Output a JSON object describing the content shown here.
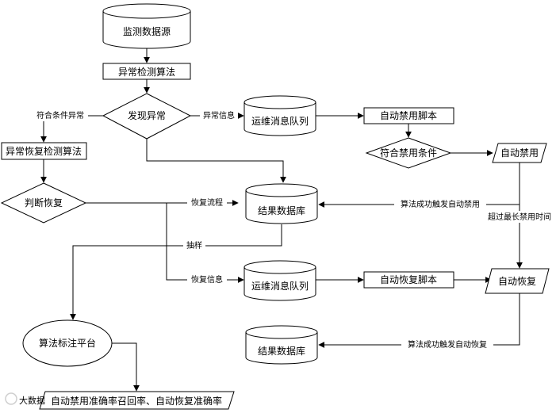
{
  "nodes": {
    "source_db": "监测数据源",
    "anomaly_algo": "异常检测算法",
    "found_anomaly": "发现异常",
    "recovery_algo": "异常恢复检测算法",
    "judge_recovery": "判断恢复",
    "ops_queue_1": "运维消息队列",
    "result_db_1": "结果数据库",
    "ops_queue_2": "运维消息队列",
    "result_db_2": "结果数据库",
    "auto_disable_script": "自动禁用脚本",
    "meet_disable_cond": "符合禁用条件",
    "auto_disable": "自动禁用",
    "auto_recover_script": "自动恢复脚本",
    "auto_recover": "自动恢复",
    "annotation_platform": "算法标注平台",
    "output_metrics": "自动禁用准确率召回率、自动恢复准确率"
  },
  "edges": {
    "meets_condition": "符合条件异常",
    "anomaly_info": "异常信息",
    "recovery_flow": "恢复流程",
    "sampling": "抽样",
    "recovery_info": "恢复信息",
    "disable_success": "算法成功触发自动禁用",
    "max_disable_time": "超过最长禁用时间",
    "recover_success": "算法成功触发自动恢复"
  },
  "watermark": "大数据"
}
